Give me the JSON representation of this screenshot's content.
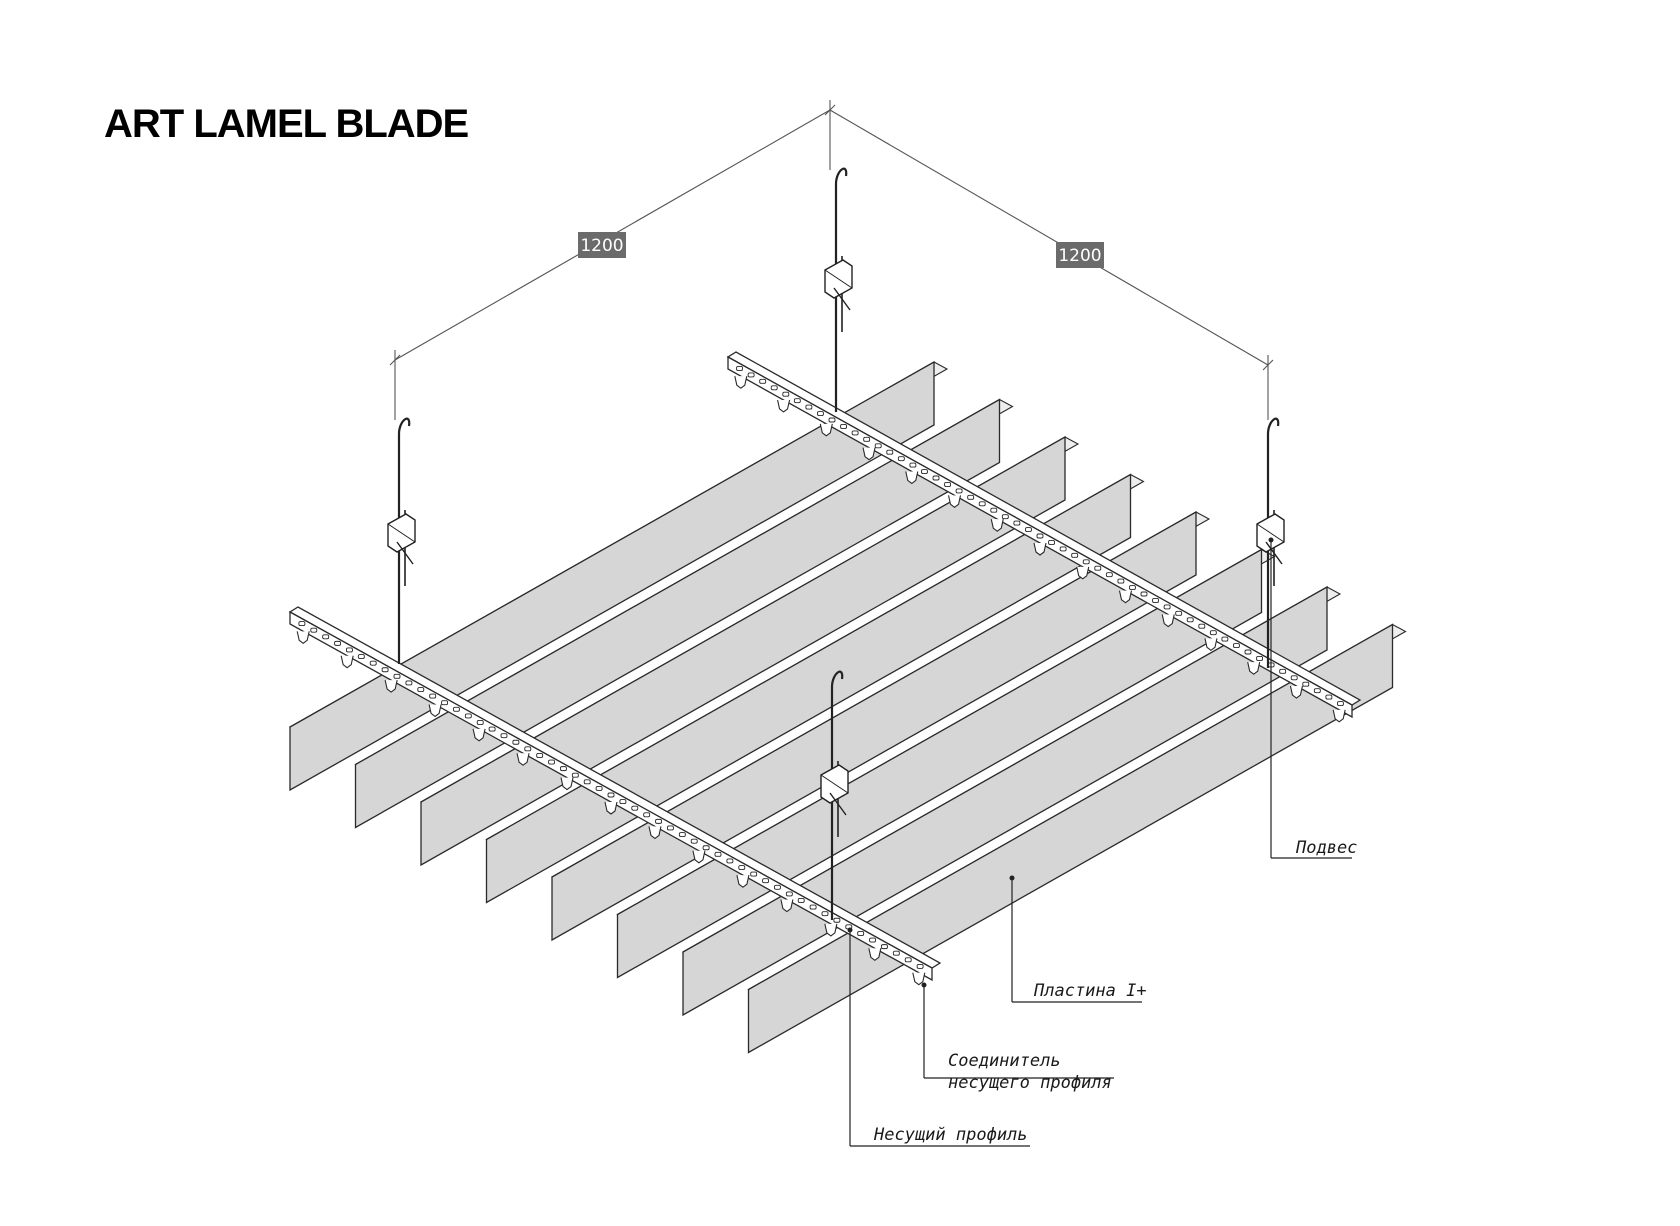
{
  "title": "ART LAMEL BLADE",
  "dimensions": {
    "left": "1200",
    "right": "1200"
  },
  "labels": {
    "suspension": "Подвес",
    "plate": "Пластина I+",
    "connector_line1": "Соединитель",
    "connector_line2": "несущего профиля",
    "carrier": "Несущий профиль"
  },
  "colors": {
    "line": "#2a2a2a",
    "blade_face": "#d6d6d6",
    "blade_top": "#eeeeee",
    "dim_box": "#6b6b6b"
  }
}
